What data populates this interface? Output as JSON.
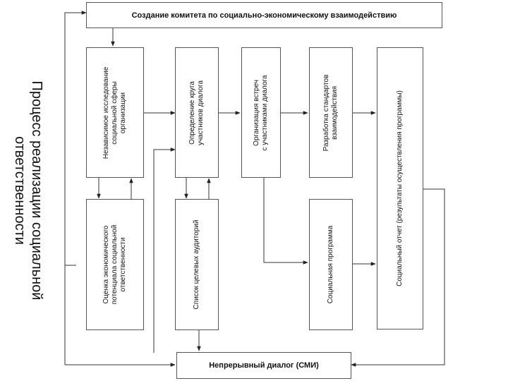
{
  "page_title": [
    "Процесс реализации социальной",
    "ответственности"
  ],
  "boxes": {
    "committee": "Создание комитета по социально-экономическому взаимодействию",
    "research": [
      "Независимое исследование",
      "социальной сферы",
      "организации"
    ],
    "participants": [
      "Определение круга",
      "участников диалога"
    ],
    "meetings": [
      "Организация встреч",
      "с участниками диалога"
    ],
    "standards": [
      "Разработка стандартов",
      "взаимодействия"
    ],
    "report": [
      "Социальный отчет (результаты осуществления программы)"
    ],
    "assessment": [
      "Оценка экономического",
      "потенциала социальной",
      "ответственности"
    ],
    "audiences": [
      "Список целевых аудиторий"
    ],
    "program": [
      "Социальная программа"
    ],
    "dialog": "Непрерывный диалог (СМИ)"
  }
}
